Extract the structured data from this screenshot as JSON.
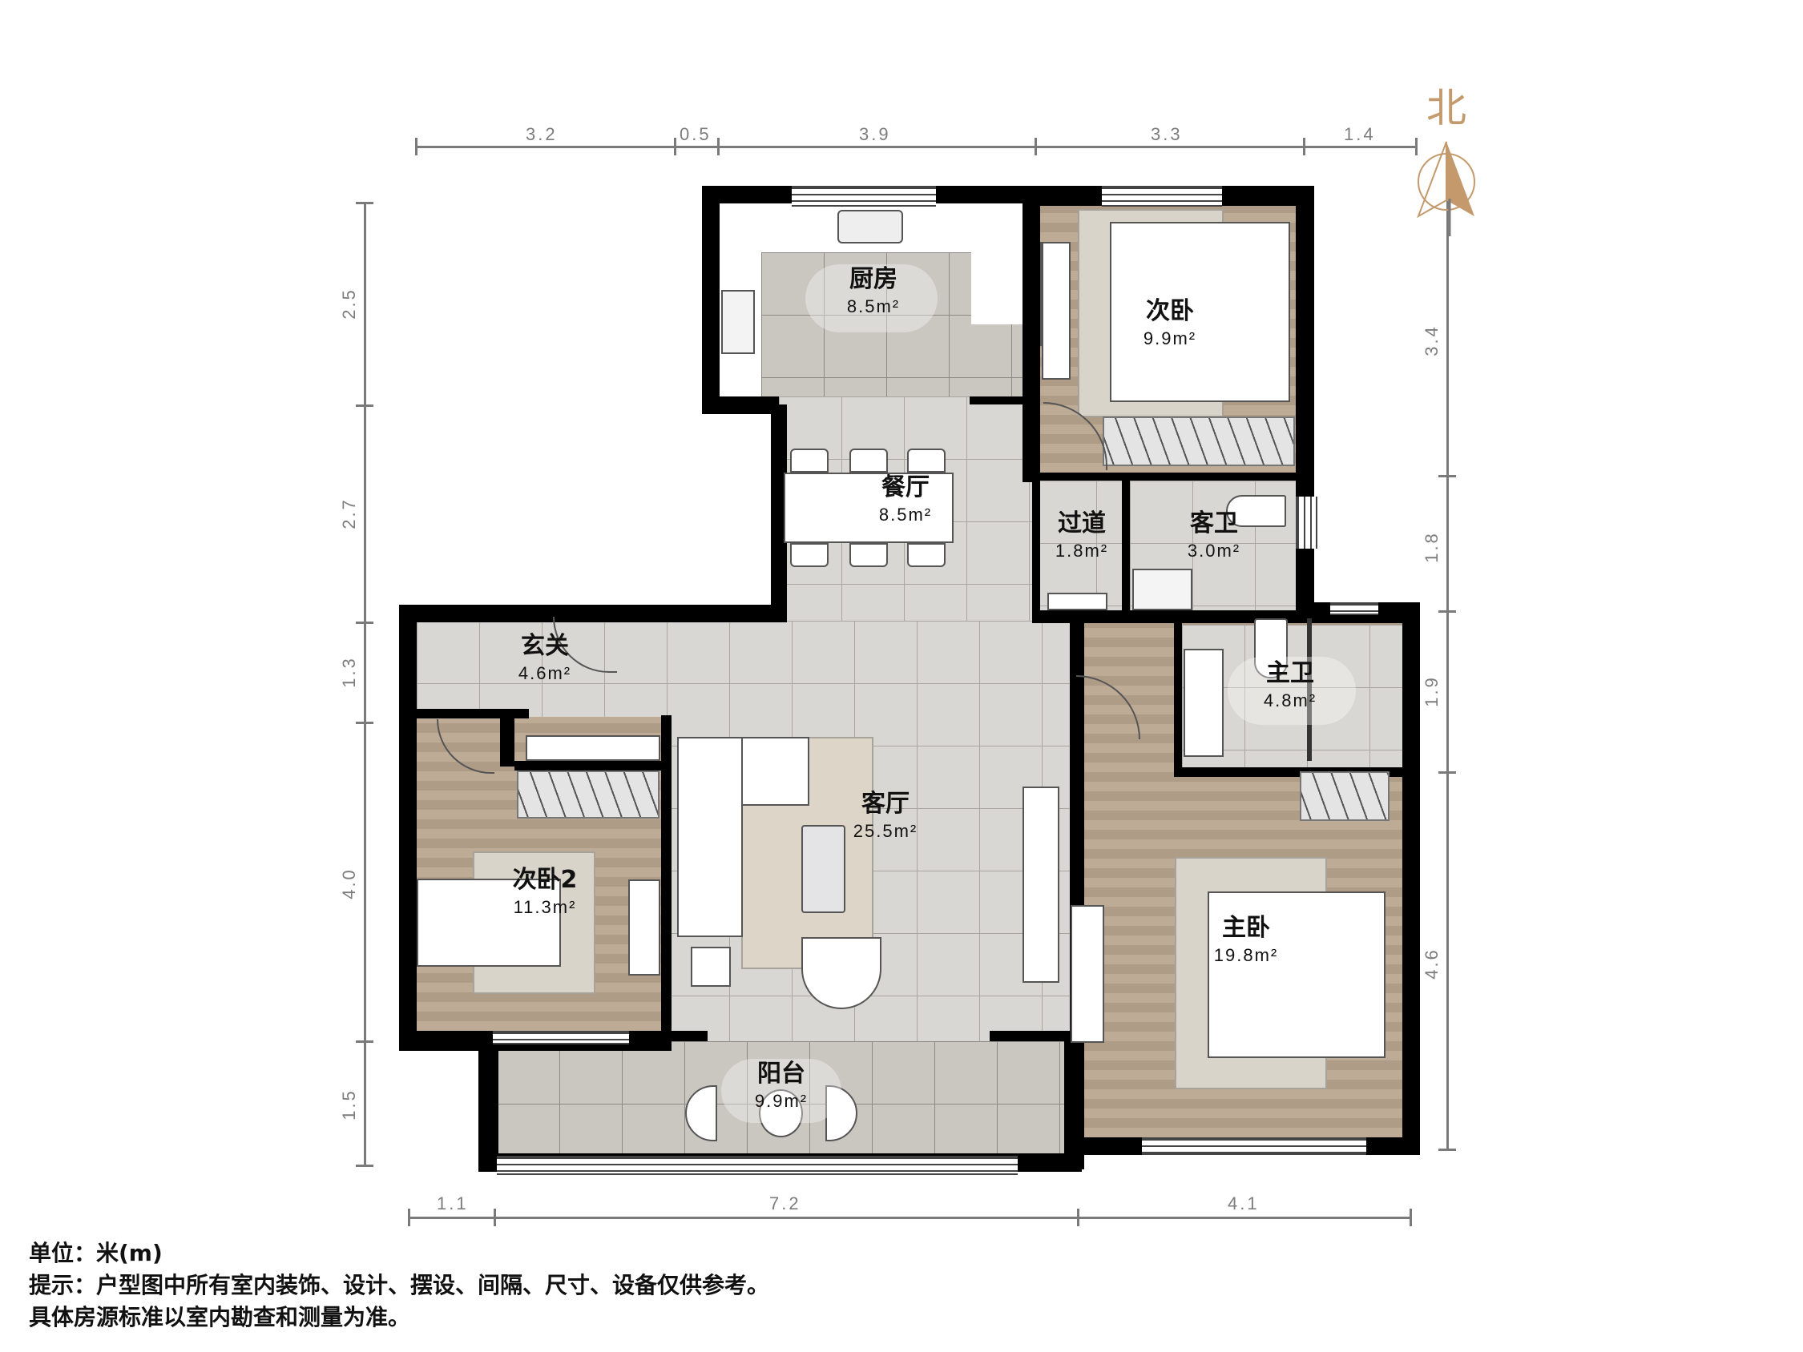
{
  "compass": {
    "label": "北",
    "color": "#c49a6c"
  },
  "dimensions": {
    "top": [
      "3.2",
      "0.5",
      "3.9",
      "3.3",
      "1.4"
    ],
    "left": [
      "2.5",
      "2.7",
      "1.3",
      "4.0",
      "1.5"
    ],
    "right": [
      "3.4",
      "1.8",
      "1.9",
      "4.6"
    ],
    "bottom": [
      "1.1",
      "7.2",
      "4.1"
    ]
  },
  "rooms": {
    "kitchen": {
      "name": "厨房",
      "area": "8.5m²"
    },
    "bedroom_north": {
      "name": "次卧",
      "area": "9.9m²"
    },
    "dining": {
      "name": "餐厅",
      "area": "8.5m²"
    },
    "corridor": {
      "name": "过道",
      "area": "1.8m²"
    },
    "guest_bath": {
      "name": "客卫",
      "area": "3.0m²"
    },
    "entrance": {
      "name": "玄关",
      "area": "4.6m²"
    },
    "master_bath": {
      "name": "主卫",
      "area": "4.8m²"
    },
    "living": {
      "name": "客厅",
      "area": "25.5m²"
    },
    "bedroom2": {
      "name": "次卧2",
      "area": "11.3m²"
    },
    "master_bedroom": {
      "name": "主卧",
      "area": "19.8m²"
    },
    "balcony": {
      "name": "阳台",
      "area": "9.9m²"
    }
  },
  "footer": {
    "unit": "单位：米(m)",
    "notice": "提示：户型图中所有室内装饰、设计、摆设、间隔、尺寸、设备仅供参考。",
    "notice2": "具体房源标准以室内勘查和测量为准。"
  }
}
